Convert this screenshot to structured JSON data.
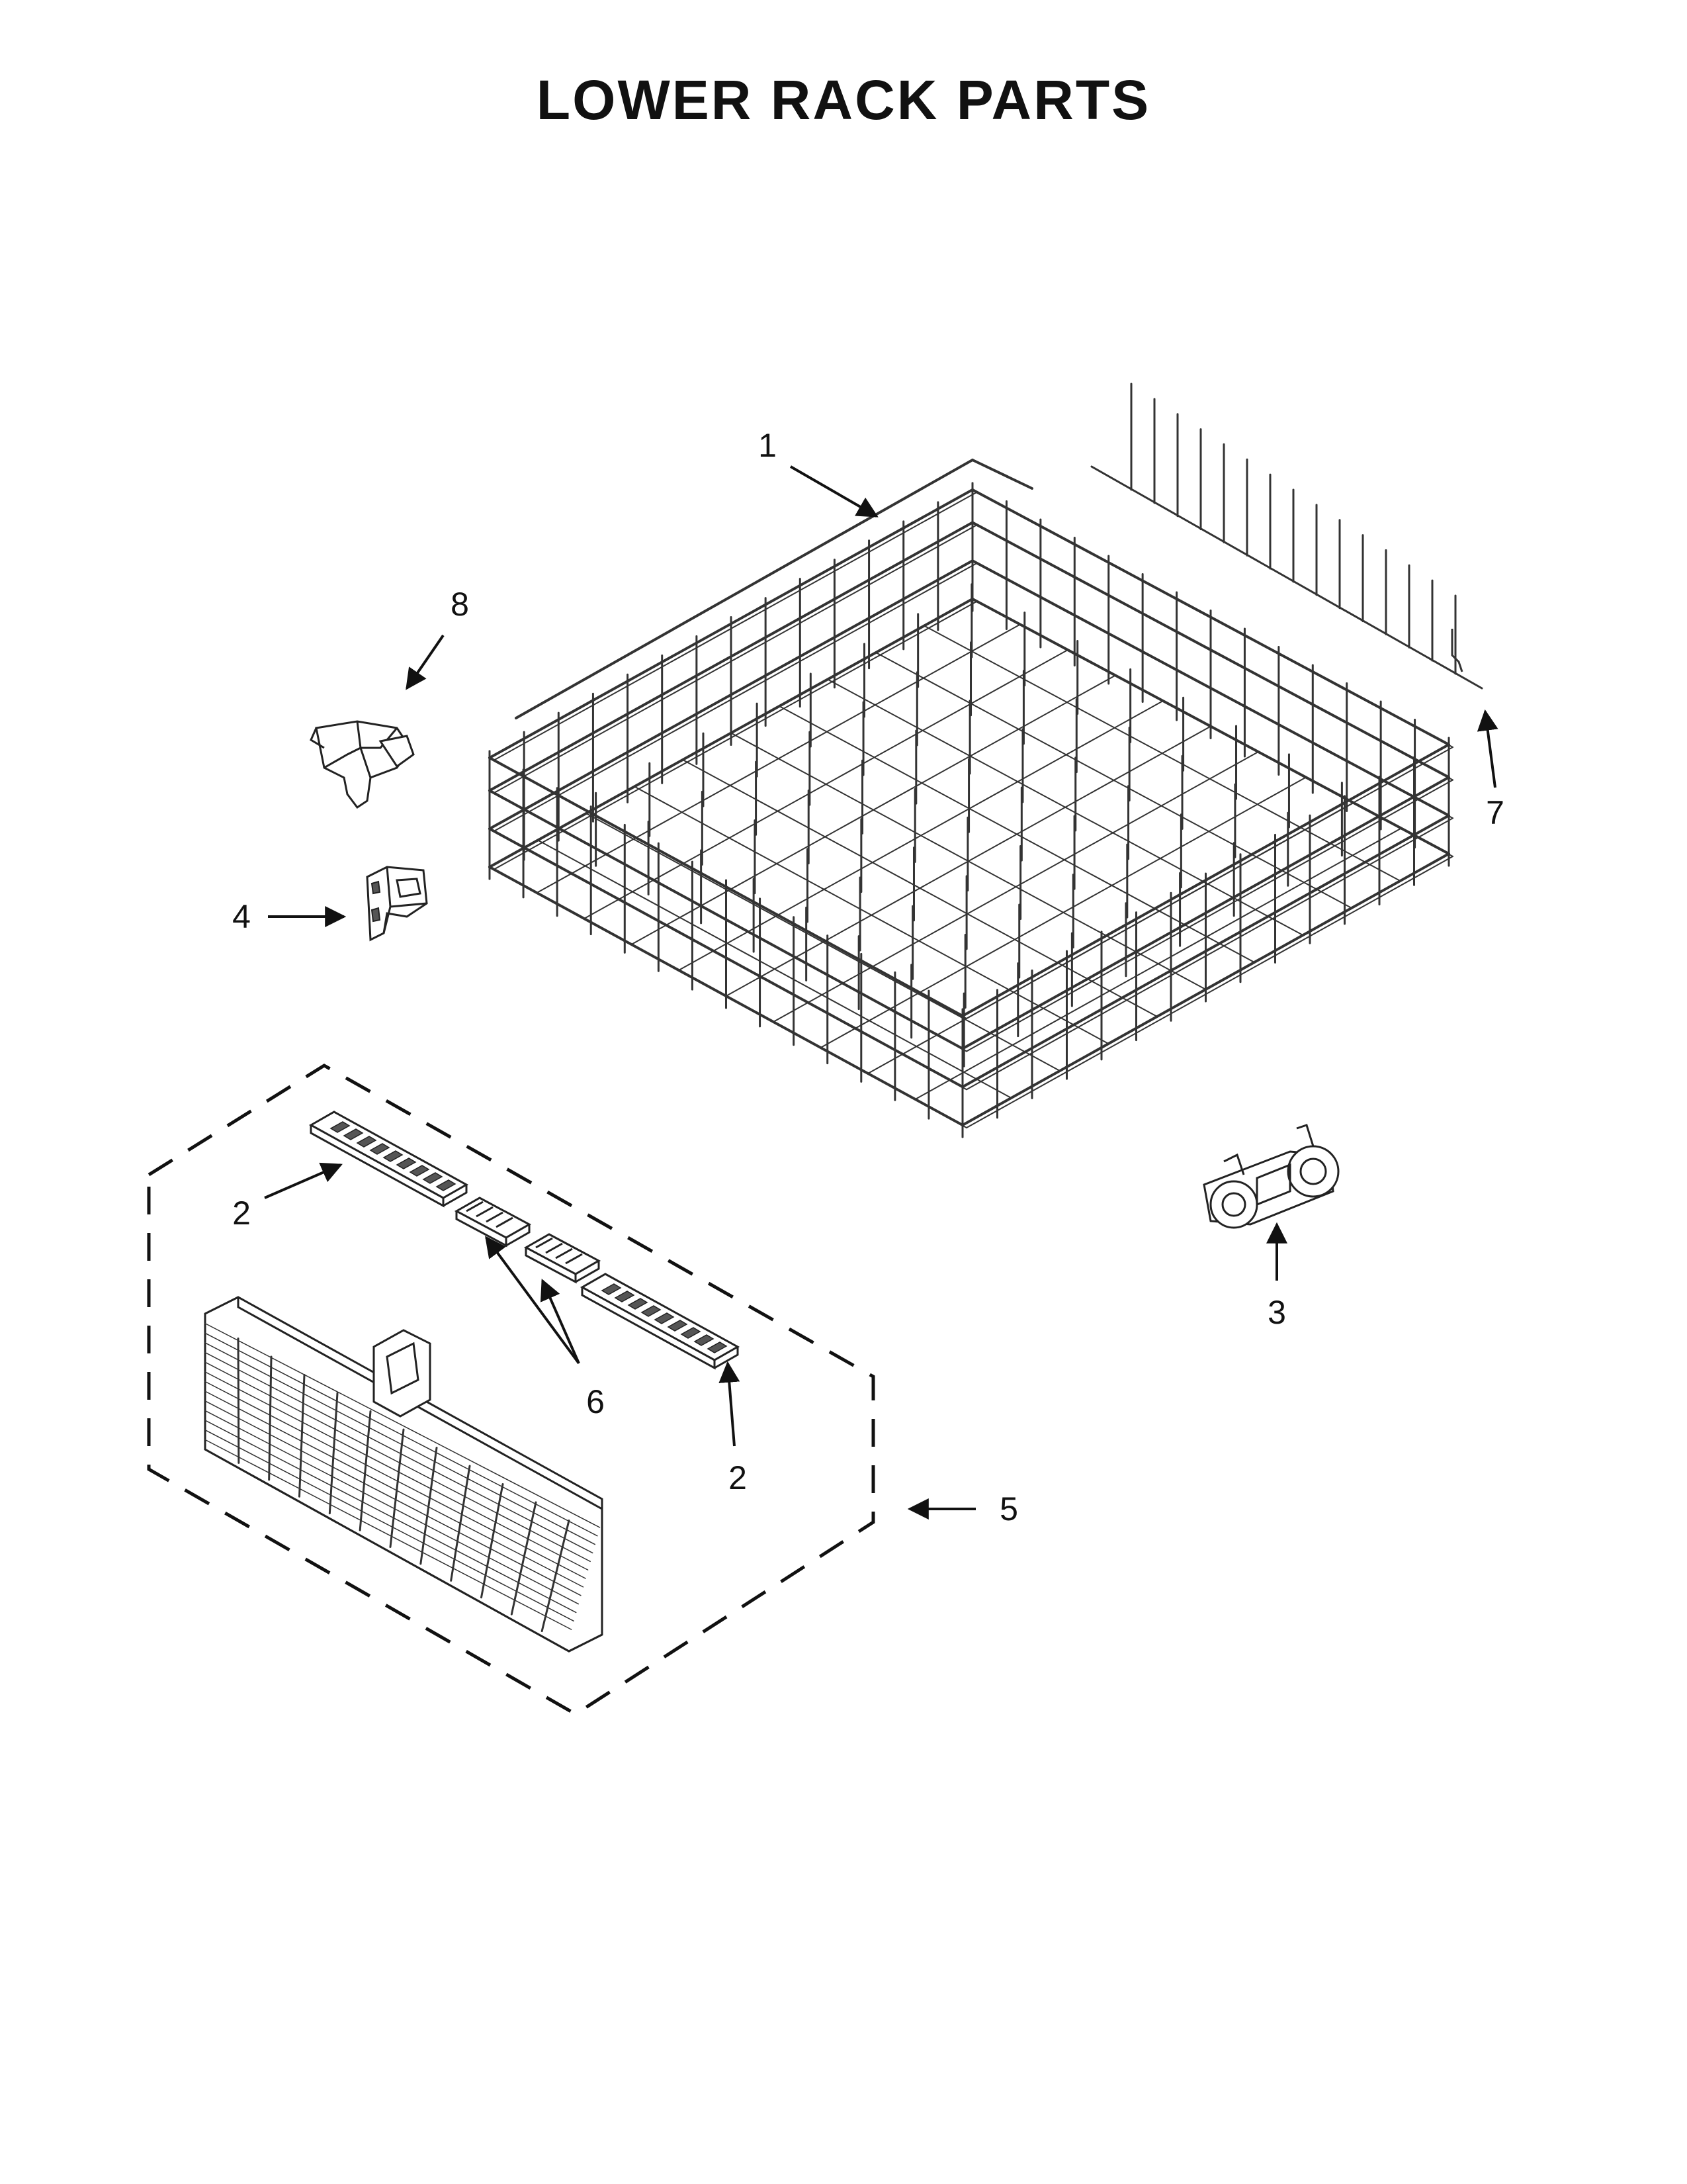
{
  "diagram": {
    "title": "LOWER RACK PARTS",
    "callouts": [
      {
        "id": "c1",
        "label": "1",
        "part": "rack-assembly"
      },
      {
        "id": "c2a",
        "label": "2",
        "part": "basket-cover"
      },
      {
        "id": "c2b",
        "label": "2",
        "part": "basket-cover"
      },
      {
        "id": "c3",
        "label": "3",
        "part": "wheel-assembly"
      },
      {
        "id": "c4",
        "label": "4",
        "part": "basket-clip"
      },
      {
        "id": "c5",
        "label": "5",
        "part": "silverware-basket"
      },
      {
        "id": "c6",
        "label": "6",
        "part": "small-basket-lids"
      },
      {
        "id": "c7",
        "label": "7",
        "part": "tine-row"
      },
      {
        "id": "c8",
        "label": "8",
        "part": "rack-clip"
      }
    ]
  }
}
